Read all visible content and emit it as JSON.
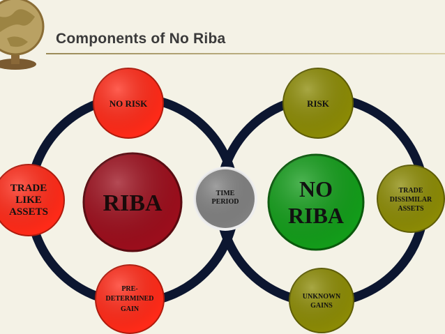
{
  "title": "Components of No Riba",
  "diagram": {
    "left_ring": {
      "center": "RIBA",
      "top": "NO RISK",
      "left": [
        "TRADE",
        "LIKE",
        "ASSETS"
      ],
      "bottom": [
        "PRE-",
        "DETERMINED",
        "GAIN"
      ]
    },
    "shared": [
      "TIME",
      "PERIOD"
    ],
    "right_ring": {
      "center": [
        "NO",
        "RIBA"
      ],
      "top": "RISK",
      "right": [
        "TRADE",
        "DISSIMILAR",
        "ASSETS"
      ],
      "bottom": [
        "UNKNOWN",
        "GAINS"
      ]
    }
  },
  "colors": {
    "riba_center": "#9b0e1c",
    "no_riba_center": "#139c1a",
    "red_nodes": "#ff2a18",
    "olive_nodes": "#8b8a05",
    "shared_node": "#808080",
    "ring": "#0c1630"
  }
}
